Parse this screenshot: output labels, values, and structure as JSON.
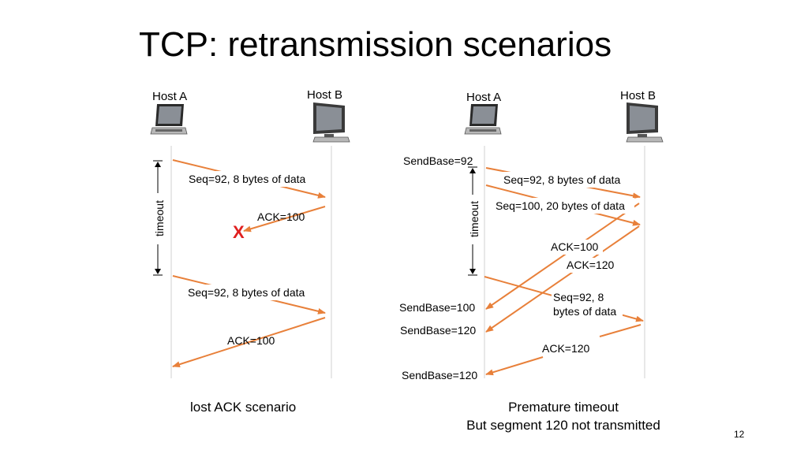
{
  "title": "TCP: retransmission scenarios",
  "page_number": "12",
  "colors": {
    "arrow": "#e8803a",
    "timeline": "#d0d0d0",
    "loss_mark": "#e02020"
  },
  "left": {
    "host_a": "Host A",
    "host_b": "Host B",
    "timeout": "timeout",
    "seg1": "Seq=92, 8 bytes of data",
    "ack1": "ACK=100",
    "loss_mark": "X",
    "seg2": "Seq=92, 8 bytes of data",
    "ack2": "ACK=100",
    "caption": "lost ACK scenario"
  },
  "right": {
    "host_a": "Host A",
    "host_b": "Host B",
    "timeout": "timeout",
    "sendbase1": "SendBase=92",
    "seg1": "Seq=92, 8 bytes of data",
    "seg2": "Seq=100, 20 bytes of data",
    "ack1": "ACK=100",
    "ack2": "ACK=120",
    "sendbase2": "SendBase=100",
    "sendbase3": "SendBase=120",
    "seg3_line1": "Seq=92,  8",
    "seg3_line2": "bytes of data",
    "ack3": "ACK=120",
    "sendbase4": "SendBase=120",
    "caption_line1": "Premature timeout",
    "caption_line2": "But segment 120 not transmitted"
  }
}
